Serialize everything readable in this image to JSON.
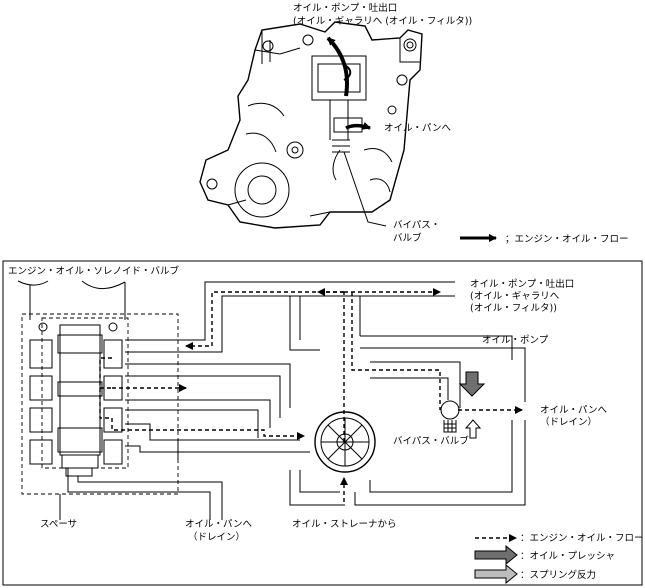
{
  "top_figure": {
    "pump_outlet_label_line1": "オイル・ポンプ・吐出口",
    "pump_outlet_label_line2": "(オイル・ギャラリへ (オイル・フィルタ))",
    "oil_pan_label": "オイル・パンへ",
    "bypass_label_line1": "バイパス・",
    "bypass_label_line2": "バルブ",
    "legend_flow": "；エンジン・オイル・フロー"
  },
  "bottom_figure": {
    "solenoid_label": "エンジン・オイル・ソレノイド・バルブ",
    "pump_outlet_line1": "オイル・ポンプ・吐出口",
    "pump_outlet_line2": "(オイル・ギャラリへ",
    "pump_outlet_line3": "(オイル・フィルタ))",
    "oil_pump_label": "オイル・ポンプ",
    "oil_pan_line1": "オイル・パンへ",
    "oil_pan_line2": "（ドレイン）",
    "bypass_label": "バイパス・バルブ",
    "spacer_label": "スペーサ",
    "oil_pan_bottom_line1": "オイル・パンへ",
    "oil_pan_bottom_line2": "（ドレイン）",
    "strainer_label": "オイル・ストレーナから",
    "legend": [
      {
        "label": "：エンジン・オイル・フロー"
      },
      {
        "label": "：オイル・プレッシャ"
      },
      {
        "label": "：スプリング反力"
      }
    ],
    "colors": {
      "pressure_arrow": "#6f6f6f",
      "spring_arrow": "#bdbdbd"
    }
  }
}
